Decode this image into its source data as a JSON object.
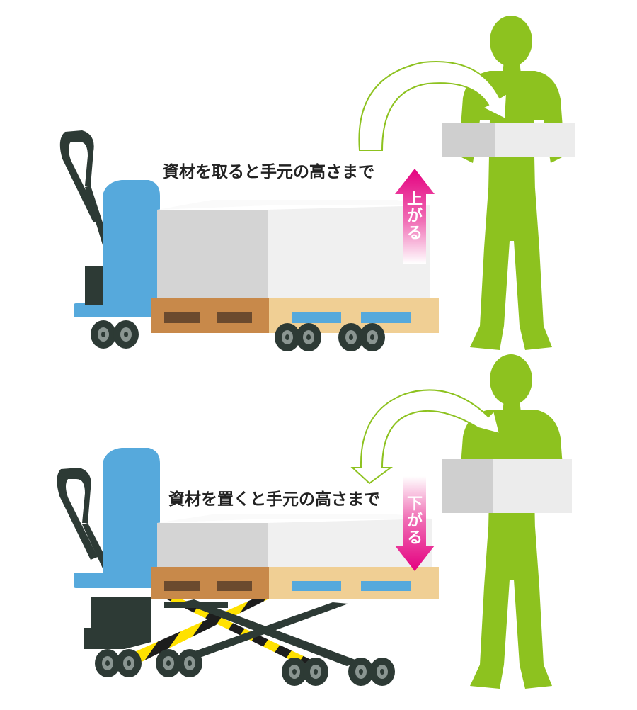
{
  "top_panel": {
    "caption": "資材を取ると手元の高さまで",
    "arrow_label": [
      "上",
      "が",
      "る"
    ]
  },
  "bottom_panel": {
    "caption": "資材を置くと手元の高さまで",
    "arrow_label": [
      "下",
      "が",
      "る"
    ]
  },
  "colors": {
    "person": "#8dc21f",
    "truck_body": "#56a9dc",
    "truck_dark": "#2d3a35",
    "pallet": "#c8894a",
    "pallet_light": "#f0cf94",
    "box_front": "#e8e8e8",
    "box_side": "#f4f4f4",
    "box_top": "#fafafa",
    "arrow_pink": "#e4007f",
    "arrow_outline": "#8dc21f",
    "hazard_yellow": "#ffe100",
    "hazard_black": "#1d1d1d"
  }
}
